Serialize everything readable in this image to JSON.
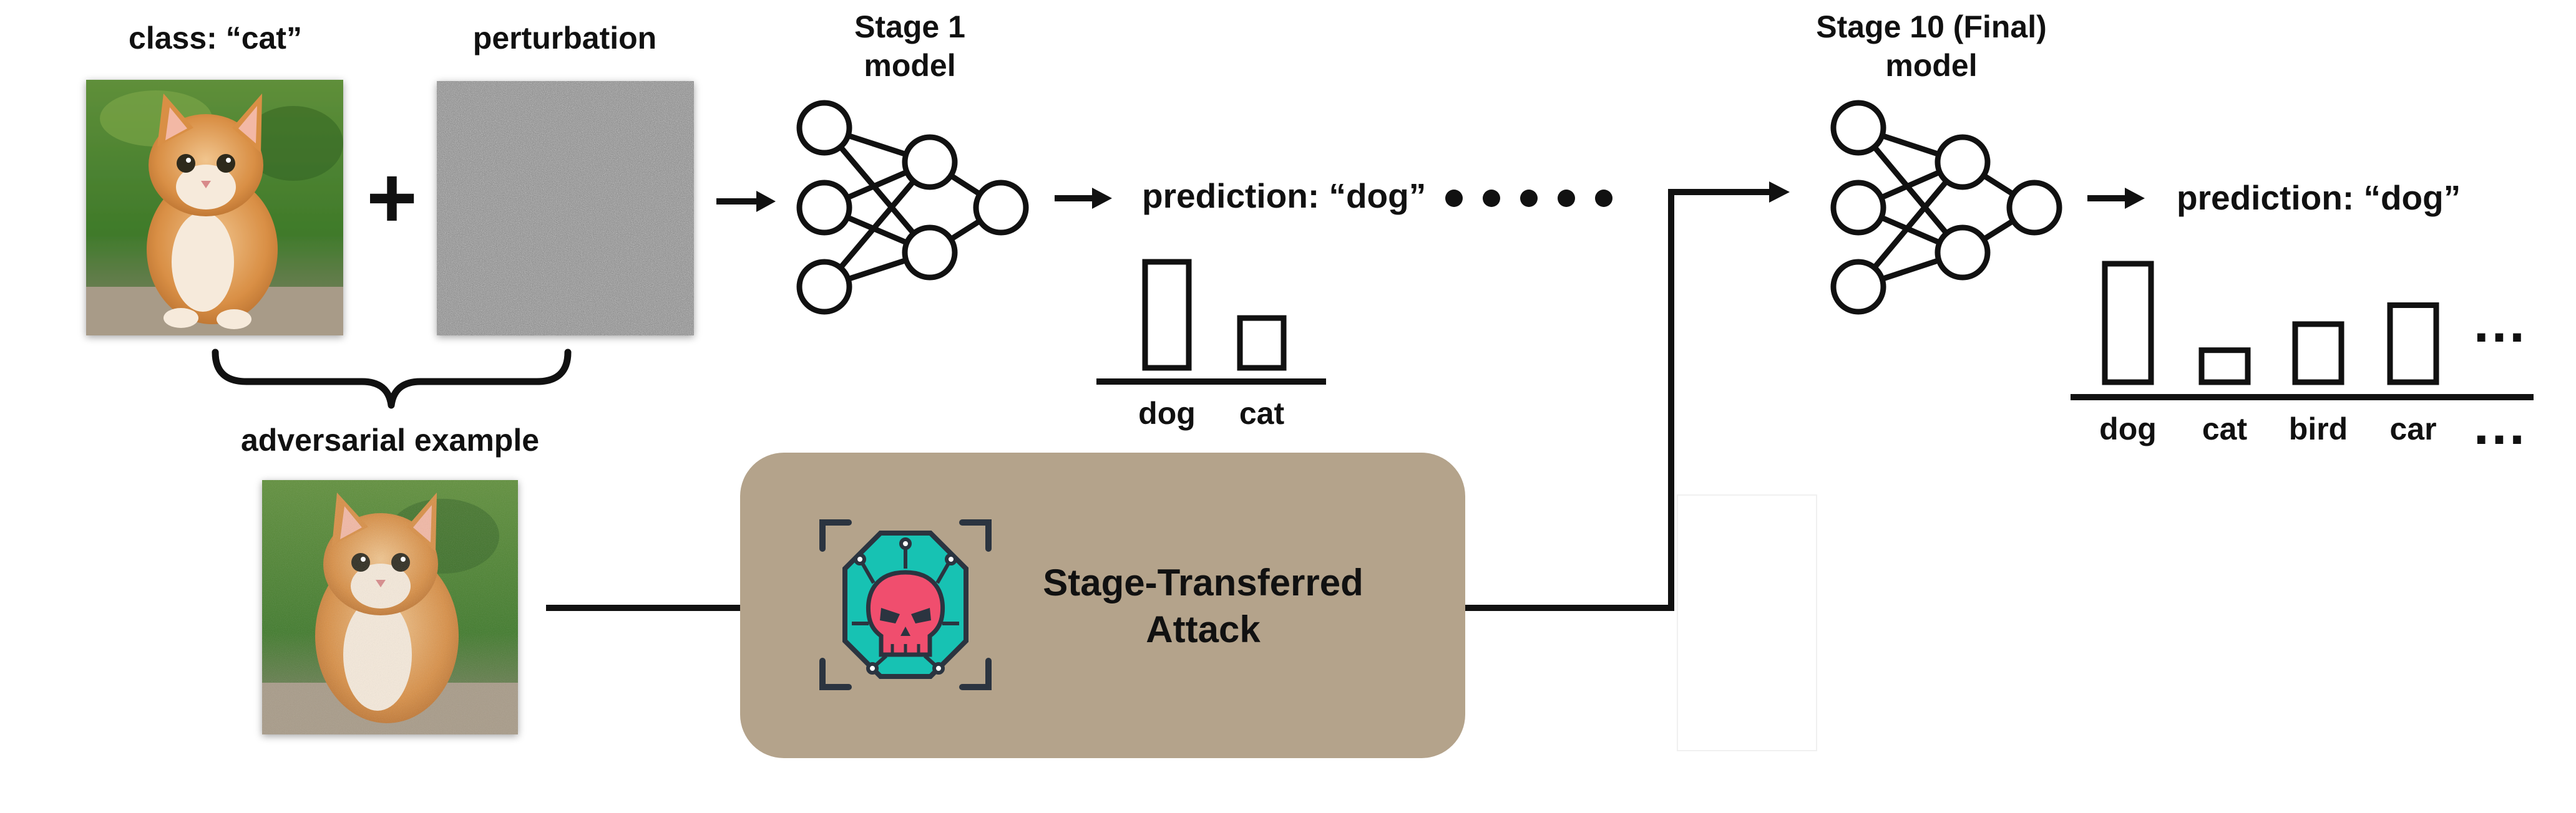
{
  "labels": {
    "class_label": "class: “cat”",
    "perturbation_label": "perturbation",
    "plus_sign": "+",
    "adversarial_label": "adversarial example",
    "stage1_title_line1": "Stage 1",
    "stage1_title_line2": "model",
    "stage10_title_line1": "Stage 10 (Final)",
    "stage10_title_line2": "model",
    "prediction1": "prediction: “dog”",
    "prediction2": "prediction: “dog”",
    "attack_line1": "Stage-Transferred",
    "attack_line2": "Attack",
    "ellipsis": "…"
  },
  "chart_data": [
    {
      "type": "bar",
      "categories": [
        "dog",
        "cat"
      ],
      "values": [
        1.0,
        0.47
      ]
    },
    {
      "type": "bar",
      "categories": [
        "dog",
        "cat",
        "bird",
        "car"
      ],
      "values": [
        1.0,
        0.27,
        0.49,
        0.65
      ]
    }
  ],
  "icons": {
    "attack_icon": "skull-circuit-icon"
  },
  "colors": {
    "attack_box": "#b4a38b",
    "attack_icon_fill": "#17c2b3",
    "skull": "#f04e6e",
    "icon_stroke": "#2b3440"
  }
}
